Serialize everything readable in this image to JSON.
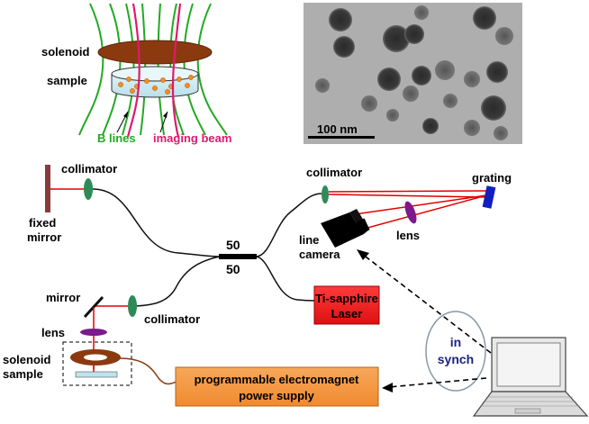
{
  "inset": {
    "solenoid_label": "solenoid",
    "sample_label": "sample",
    "b_lines_label": "B lines",
    "imaging_beam_label": "imaging beam",
    "scale_bar_label": "100 nm"
  },
  "setup": {
    "collimator_reference": "collimator",
    "fixed_mirror_line1": "fixed",
    "fixed_mirror_line2": "mirror",
    "collimator_detection": "collimator",
    "grating": "grating",
    "lens_detection": "lens",
    "line_camera_line1": "line",
    "line_camera_line2": "camera",
    "coupler_top": "50",
    "coupler_bottom": "50",
    "laser_line1": "Ti-sapphire",
    "laser_line2": "Laser",
    "mirror": "mirror",
    "collimator_sample": "collimator",
    "lens_sample": "lens",
    "solenoid": "solenoid",
    "sample": "sample",
    "power_supply_line1": "programmable electromagnet",
    "power_supply_line2": "power supply",
    "in_synch_line1": "in",
    "in_synch_line2": "synch"
  },
  "colors": {
    "b_lines": "#22aa22",
    "imaging_beam": "#e0196e",
    "laser_box": "#ee2222",
    "power_supply_box": "#f59a45",
    "solenoid": "#8b3a10",
    "collimator": "#2e8b57",
    "lens": "#7b1a8c",
    "grating": "#1020c0",
    "beam": "#e00000",
    "in_synch": "#1a237e"
  }
}
